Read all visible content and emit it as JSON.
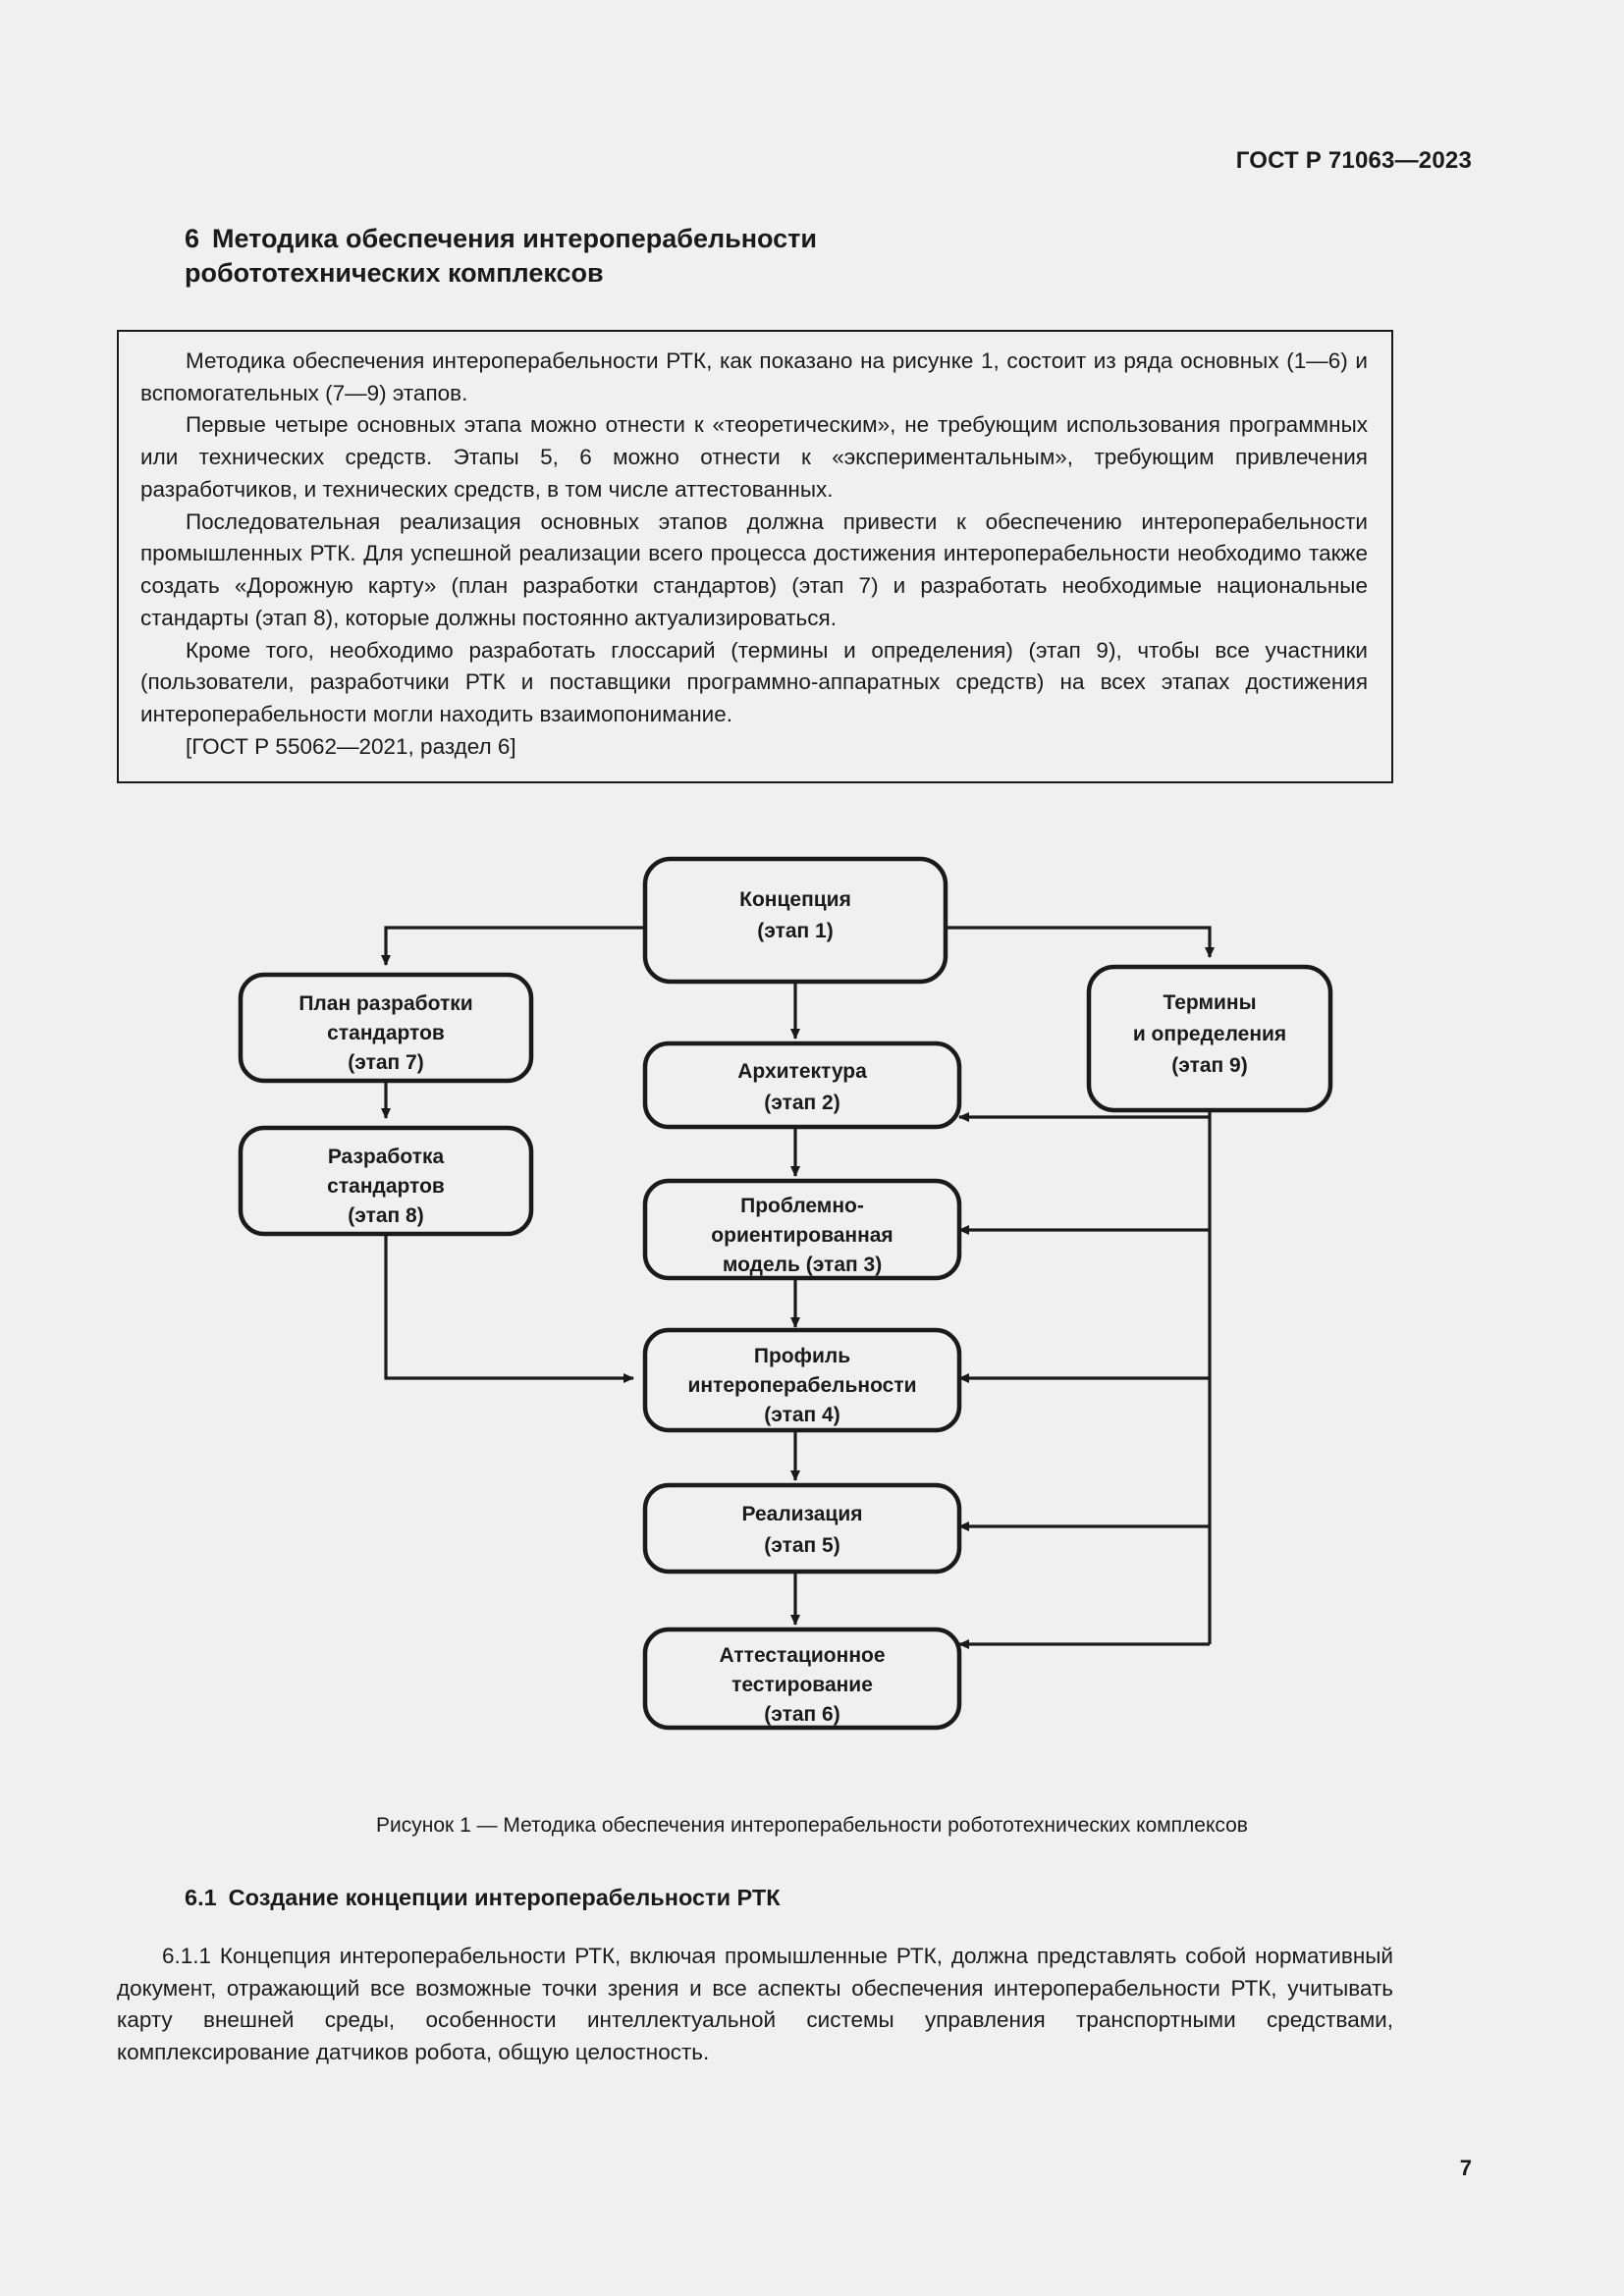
{
  "header": {
    "standard_ref": "ГОСТ Р 71063—2023"
  },
  "section": {
    "number": "6",
    "title_line1": "Методика обеспечения интероперабельности",
    "title_line2": "робототехнических комплексов"
  },
  "quote_block": {
    "paragraphs": [
      "Методика обеспечения интероперабельности РТК, как показано на рисунке 1, состоит из ряда основных (1—6) и вспомогательных (7—9) этапов.",
      "Первые четыре основных этапа можно отнести к «теоретическим», не требующим использования программных или технических средств. Этапы 5, 6 можно отнести к «экспериментальным», требующим привлечения разработчиков, и технических средств, в том числе аттестованных.",
      "Последовательная реализация основных этапов должна привести к обеспечению интероперабельности промышленных РТК. Для успешной реализации всего процесса достижения интероперабельности необходимо также создать «Дорожную карту» (план разработки стандартов) (этап 7) и разработать необходимые национальные стандарты (этап 8), которые должны постоянно актуализироваться.",
      "Кроме того, необходимо разработать глоссарий (термины и определения) (этап 9), чтобы все участники (пользователи, разработчики РТК и поставщики программно-аппаратных средств) на всех этапах достижения интероперабельности могли находить взаимопонимание."
    ],
    "source": "[ГОСТ Р 55062—2021, раздел 6]"
  },
  "figure": {
    "caption": "Рисунок 1 — Методика обеспечения интероперабельности робототехнических комплексов",
    "nodes": {
      "concept": {
        "line1": "Концепция",
        "line2": "(этап 1)"
      },
      "architecture": {
        "line1": "Архитектура",
        "line2": "(этап 2)"
      },
      "problem_model": {
        "line1": "Проблемно-",
        "line2": "ориентированная",
        "line3": "модель (этап 3)"
      },
      "profile": {
        "line1": "Профиль",
        "line2": "интероперабельности",
        "line3": "(этап 4)"
      },
      "realization": {
        "line1": "Реализация",
        "line2": "(этап 5)"
      },
      "attestation": {
        "line1": "Аттестационное",
        "line2": "тестирование",
        "line3": "(этап 6)"
      },
      "plan": {
        "line1": "План разработки",
        "line2": "стандартов",
        "line3": "(этап 7)"
      },
      "standards": {
        "line1": "Разработка",
        "line2": "стандартов",
        "line3": "(этап 8)"
      },
      "terms": {
        "line1": "Термины",
        "line2": "и определения",
        "line3": "(этап 9)"
      }
    }
  },
  "subsection": {
    "number": "6.1",
    "title": "Создание концепции интероперабельности РТК"
  },
  "body": {
    "paragraph_611": "6.1.1  Концепция интероперабельности РТК, включая промышленные РТК, должна представлять собой нормативный документ, отражающий все возможные точки зрения и все аспекты обеспечения интероперабельности РТК, учитывать карту внешней среды, особенности интеллектуальной системы управления транспортными средствами, комплексирование датчиков робота, общую целостность."
  },
  "folio": {
    "page_number": "7"
  },
  "colors": {
    "page_background": "#f0f0f0",
    "ink": "#1a1a1a"
  }
}
